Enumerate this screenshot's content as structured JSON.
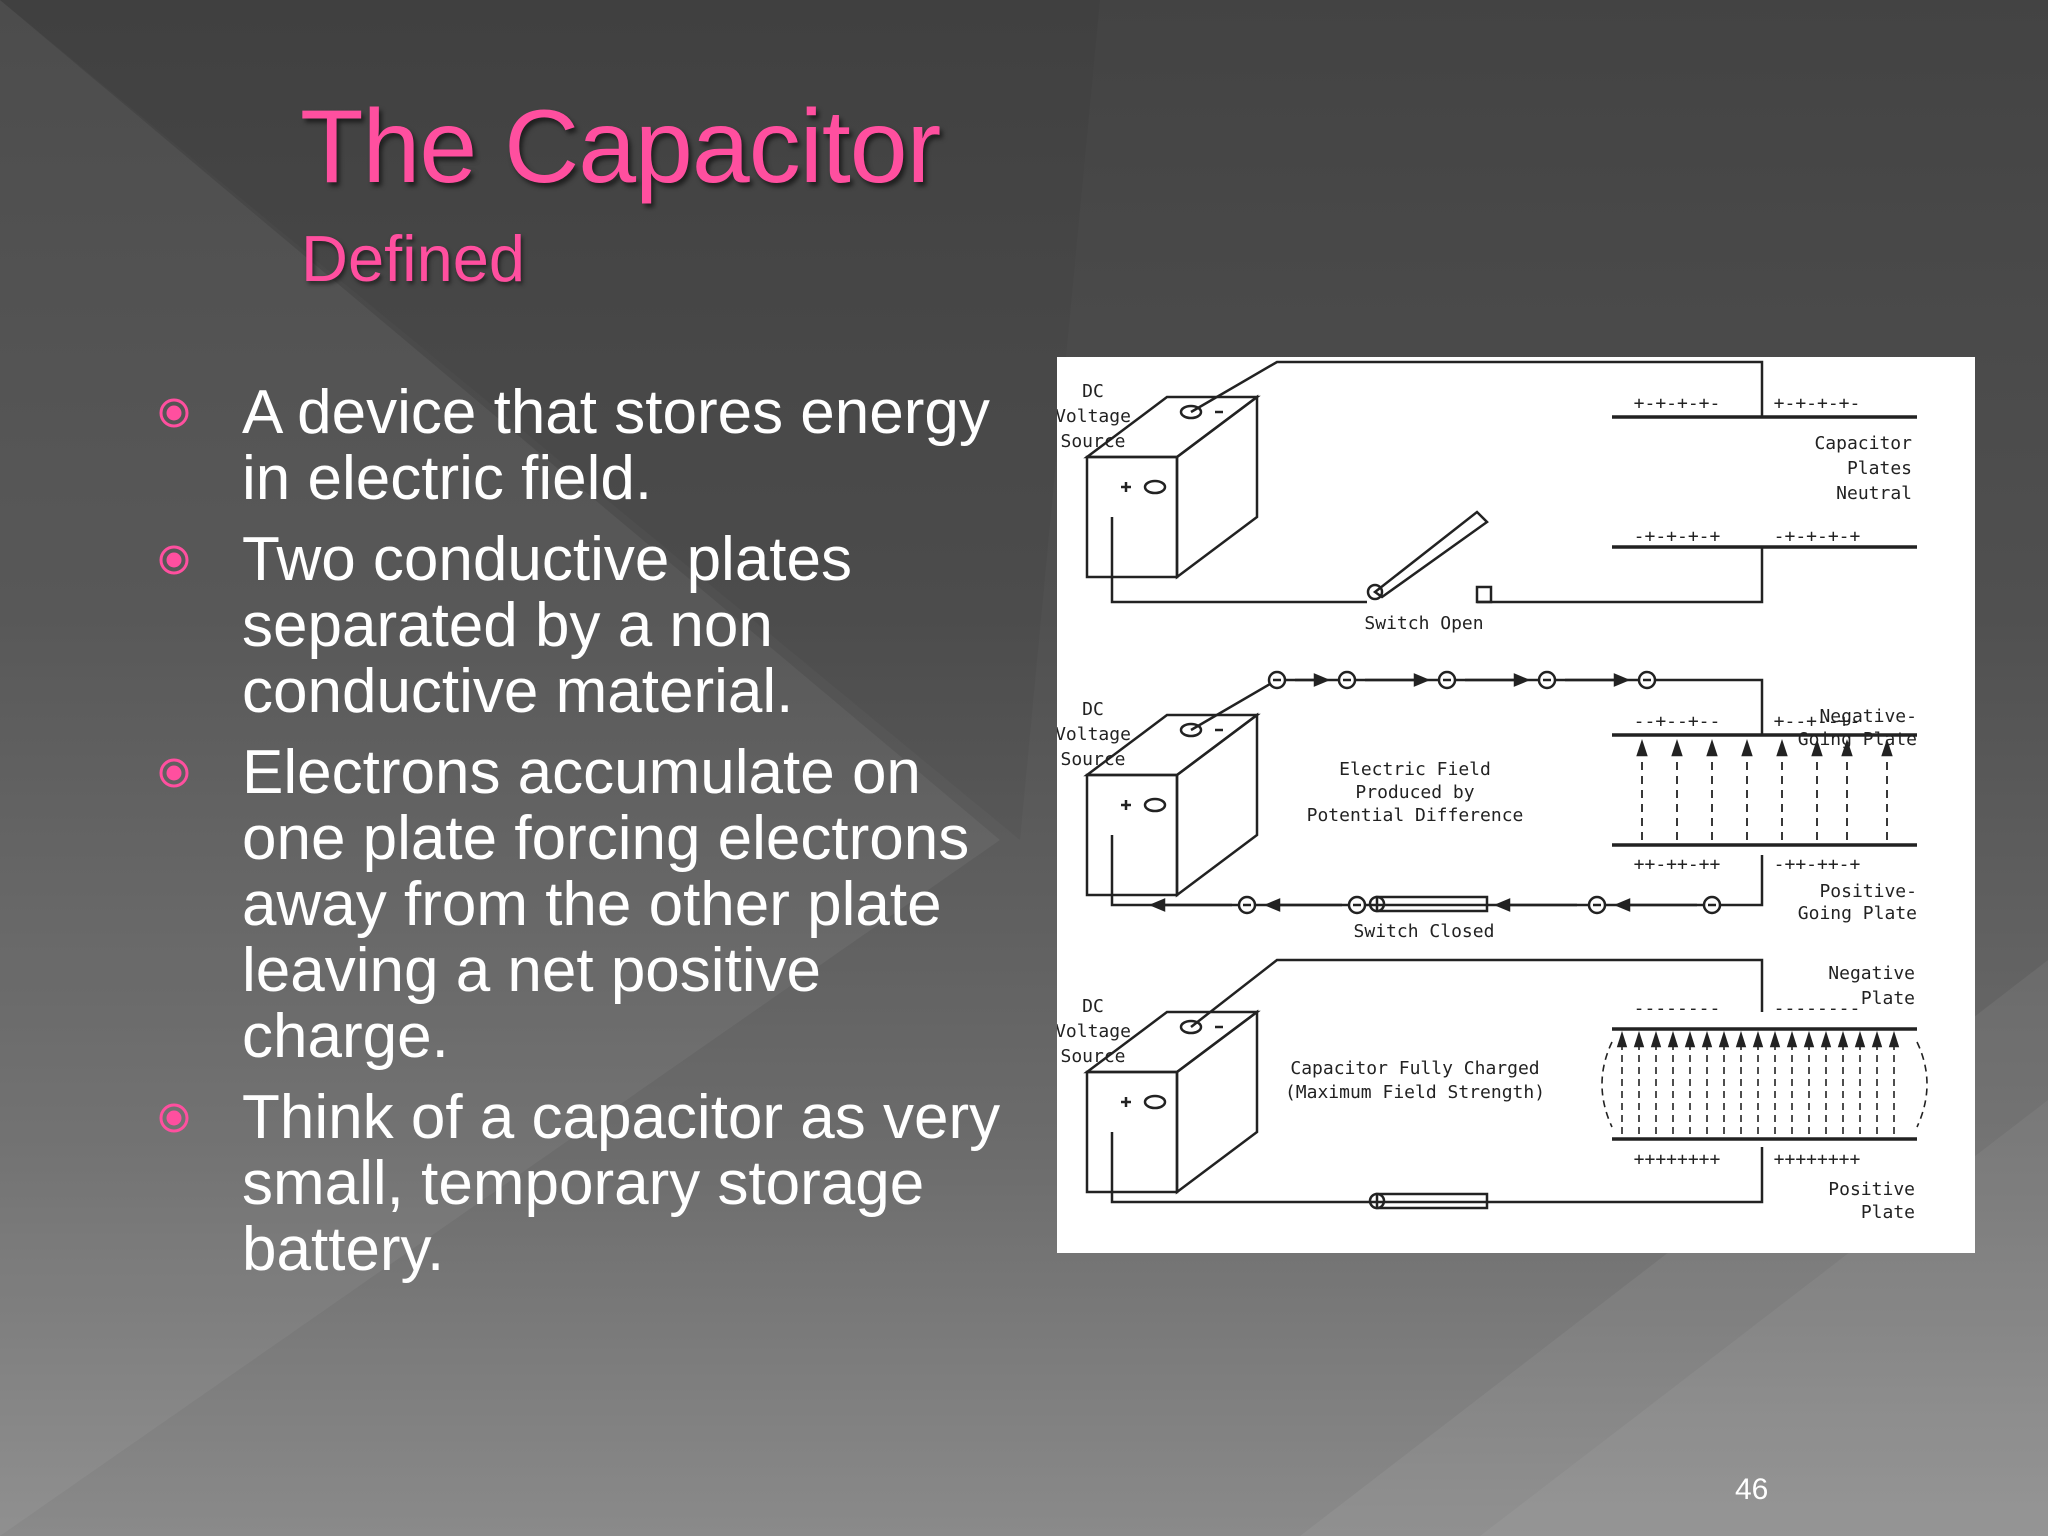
{
  "slide": {
    "title": "The Capacitor",
    "subtitle": "Defined",
    "bullets": [
      "A device that stores energy in electric field.",
      "Two conductive plates separated by a non conductive material.",
      "Electrons accumulate on one plate forcing electrons away from the other plate leaving a net positive charge.",
      "Think of a capacitor as very small, temporary storage battery."
    ],
    "page_number": "46",
    "accent_color": "#ff4f9f",
    "bullet_icon": "target-circle-icon"
  },
  "diagram": {
    "panel1": {
      "source_label": [
        "DC",
        "Voltage",
        "Source"
      ],
      "switch_label": "Switch Open",
      "plate_label": [
        "Capacitor",
        "Plates",
        "Neutral"
      ],
      "top_plate_charges_left": "+-+-+-+-",
      "top_plate_charges_right": "+-+-+-+-",
      "bottom_plate_charges_left": "-+-+-+-+",
      "bottom_plate_charges_right": "-+-+-+-+"
    },
    "panel2": {
      "source_label": [
        "DC",
        "Voltage",
        "Source"
      ],
      "switch_label": "Switch Closed",
      "field_label": [
        "Electric Field",
        "Produced by",
        "Potential Difference"
      ],
      "negative_label": [
        "Negative-",
        "Going Plate"
      ],
      "positive_label": [
        "Positive-",
        "Going Plate"
      ],
      "top_plate_charges_left": "--+--+--",
      "top_plate_charges_right": "+--+--+-",
      "bottom_plate_charges_left": "++-++-++",
      "bottom_plate_charges_right": "-++-++-+"
    },
    "panel3": {
      "source_label": [
        "DC",
        "Voltage",
        "Source"
      ],
      "charged_label": [
        "Capacitor Fully Charged",
        "(Maximum Field Strength)"
      ],
      "negative_label": [
        "Negative",
        "Plate"
      ],
      "positive_label": [
        "Positive",
        "Plate"
      ],
      "top_plate_charges_left": "--------",
      "top_plate_charges_right": "--------",
      "bottom_plate_charges_left": "++++++++",
      "bottom_plate_charges_right": "++++++++"
    }
  }
}
